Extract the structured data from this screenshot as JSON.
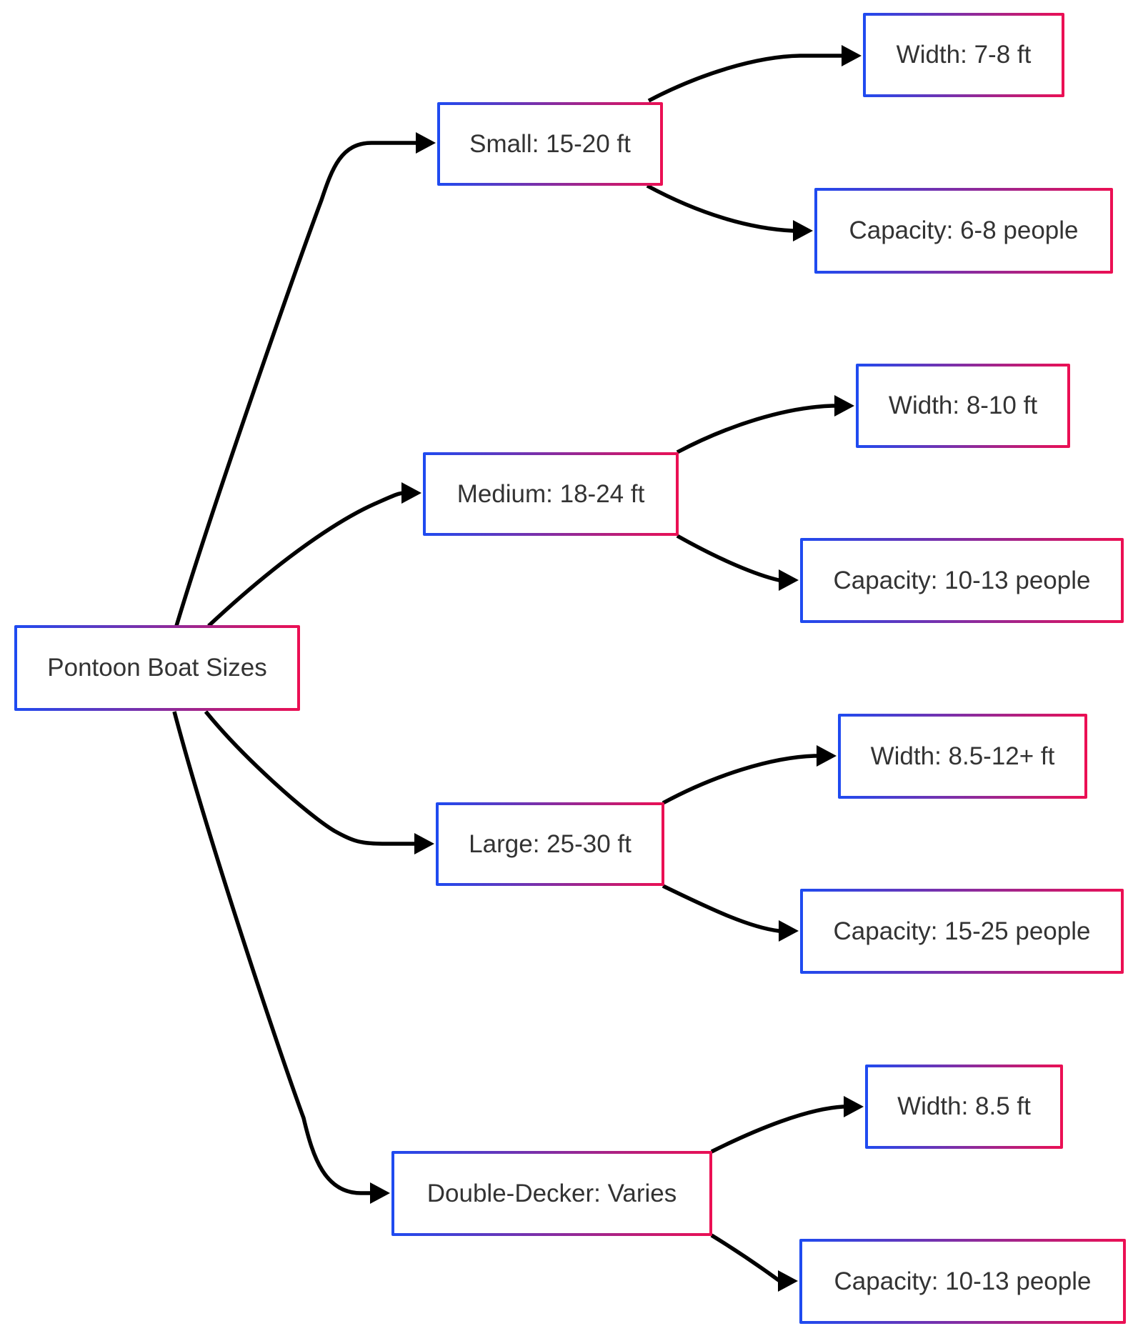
{
  "diagram_title": "Pontoon Boat Sizes",
  "colors": {
    "border_gradient_start": "#1e4bf1",
    "border_gradient_end": "#ec0f53",
    "edge_color": "#000000",
    "node_background": "#ffffff",
    "text_color": "#333333"
  },
  "nodes": {
    "root": {
      "label": "Pontoon Boat Sizes"
    },
    "small": {
      "label": "Small: 15-20 ft"
    },
    "small_width": {
      "label": "Width: 7-8 ft"
    },
    "small_capacity": {
      "label": "Capacity: 6-8 people"
    },
    "medium": {
      "label": "Medium: 18-24 ft"
    },
    "medium_width": {
      "label": "Width: 8-10 ft"
    },
    "medium_capacity": {
      "label": "Capacity: 10-13 people"
    },
    "large": {
      "label": "Large: 25-30 ft"
    },
    "large_width": {
      "label": "Width: 8.5-12+ ft"
    },
    "large_capacity": {
      "label": "Capacity: 15-25 people"
    },
    "double_decker": {
      "label": "Double-Decker: Varies"
    },
    "double_decker_width": {
      "label": "Width: 8.5 ft"
    },
    "double_decker_capacity": {
      "label": "Capacity: 10-13 people"
    }
  },
  "edges": [
    {
      "from": "root",
      "to": "small"
    },
    {
      "from": "root",
      "to": "medium"
    },
    {
      "from": "root",
      "to": "large"
    },
    {
      "from": "root",
      "to": "double_decker"
    },
    {
      "from": "small",
      "to": "small_width"
    },
    {
      "from": "small",
      "to": "small_capacity"
    },
    {
      "from": "medium",
      "to": "medium_width"
    },
    {
      "from": "medium",
      "to": "medium_capacity"
    },
    {
      "from": "large",
      "to": "large_width"
    },
    {
      "from": "large",
      "to": "large_capacity"
    },
    {
      "from": "double_decker",
      "to": "double_decker_width"
    },
    {
      "from": "double_decker",
      "to": "double_decker_capacity"
    }
  ]
}
